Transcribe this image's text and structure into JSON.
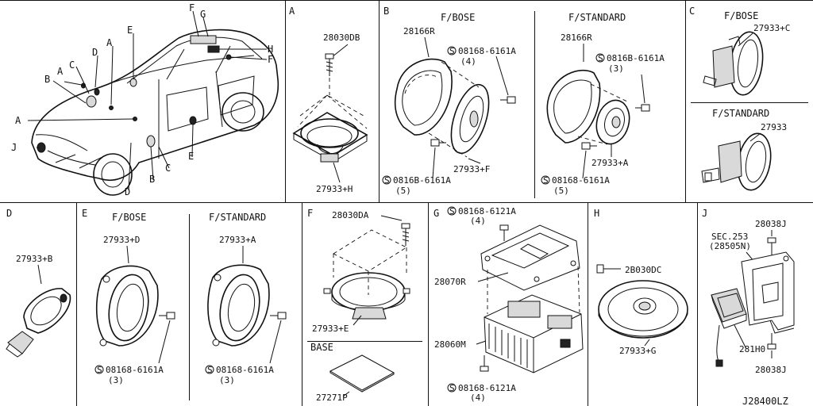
{
  "diagram_code": "J28400LZ",
  "car_callouts": [
    "F",
    "G",
    "H",
    "F",
    "E",
    "A",
    "D",
    "C",
    "A",
    "B",
    "A",
    "J",
    "E",
    "C",
    "B",
    "D"
  ],
  "section_a": {
    "letter": "A",
    "bolt": "28030DB",
    "speaker": "27933+H"
  },
  "section_b": {
    "letter": "B",
    "bose": {
      "title": "F/BOSE",
      "bracket": "28166R",
      "screw_top": "08168-6161A",
      "screw_top_qty": "(4)",
      "screw_bottom": "0816B-6161A",
      "screw_bottom_qty": "(5)",
      "speaker": "27933+F"
    },
    "standard": {
      "title": "F/STANDARD",
      "bracket": "28166R",
      "screw_top": "0816B-6161A",
      "screw_top_qty": "(3)",
      "screw_bottom": "08168-6161A",
      "screw_bottom_qty": "(5)",
      "speaker": "27933+A"
    }
  },
  "section_c": {
    "letter": "C",
    "bose": {
      "title": "F/BOSE",
      "speaker": "27933+C"
    },
    "standard": {
      "title": "F/STANDARD",
      "speaker": "27933"
    }
  },
  "section_d": {
    "letter": "D",
    "speaker": "27933+B"
  },
  "section_e": {
    "letter": "E",
    "bose": {
      "title": "F/BOSE",
      "speaker": "27933+D",
      "screw": "08168-6161A",
      "qty": "(3)"
    },
    "standard": {
      "title": "F/STANDARD",
      "speaker": "27933+A",
      "screw": "08168-6161A",
      "qty": "(3)"
    }
  },
  "section_f": {
    "letter": "F",
    "bolt": "28030DA",
    "speaker": "27933+E",
    "base_title": "BASE",
    "base_part": "27271P"
  },
  "section_g": {
    "letter": "G",
    "screw_top": "08168-6121A",
    "screw_top_qty": "(4)",
    "bracket": "28070R",
    "amp": "28060M",
    "screw_bottom": "08168-6121A",
    "screw_bottom_qty": "(4)"
  },
  "section_h": {
    "letter": "H",
    "bolt": "2B030DC",
    "speaker": "27933+G"
  },
  "section_j": {
    "letter": "J",
    "bolt_top": "28038J",
    "sec_ref": "SEC.253",
    "sec_part": "(28505N)",
    "module": "281H0",
    "bolt_bottom": "28038J"
  }
}
